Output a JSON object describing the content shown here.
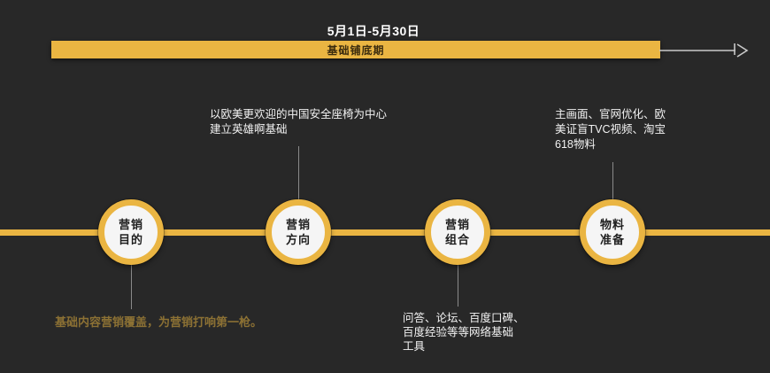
{
  "colors": {
    "bg": "#282828",
    "accent": "#EAB542",
    "banner_text": "#3A2B0E",
    "gold_text": "#8C7134",
    "light_text": "#F2F2F2",
    "circle_fill": "#F5F5F5",
    "circle_text": "#1E1E1E",
    "connector": "#8A8A8A",
    "arrow": "#C9C9C9"
  },
  "header": {
    "date_range": "5月1日-5月30日",
    "phase_label": "基础铺底期"
  },
  "timeline": {
    "milestones": [
      {
        "name": "marketing-goal",
        "lines": [
          "营销",
          "目的"
        ]
      },
      {
        "name": "marketing-direction",
        "lines": [
          "营销",
          "方向"
        ]
      },
      {
        "name": "marketing-mix",
        "lines": [
          "营销",
          "组合"
        ]
      },
      {
        "name": "materials-prep",
        "lines": [
          "物料",
          "准备"
        ]
      }
    ]
  },
  "annotations": {
    "direction_note": {
      "lines": [
        "以欧美更欢迎的中国安全座椅为中心",
        "建立英雄啊基础"
      ]
    },
    "materials_note": {
      "lines": [
        "主画面、官网优化、欧",
        "美证盲TVC视频、淘宝",
        "618物料"
      ]
    },
    "goal_note": {
      "lines": [
        "基础内容营销覆盖，为营销打响第一枪。"
      ]
    },
    "mix_note": {
      "lines": [
        "问答、论坛、百度口碑、",
        "百度经验等等网络基础",
        "工具"
      ]
    }
  }
}
